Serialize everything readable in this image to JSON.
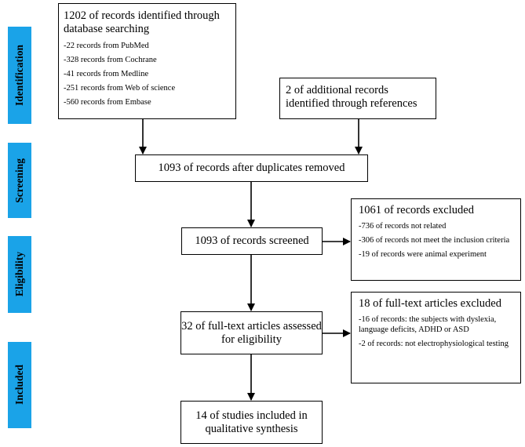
{
  "stages": {
    "identification": "Identification",
    "screening": "Screening",
    "eligibility": "Eligibility",
    "included": "Included"
  },
  "identified": {
    "title": "1202 of records identified through database searching",
    "items": [
      "-22 records from PubMed",
      "-328 records from Cochrane",
      "-41 records from Medline",
      "-251 records from Web of science",
      "-560 records from Embase"
    ]
  },
  "additional": {
    "title": "2 of additional records identified through references"
  },
  "duplicates_removed": {
    "title": "1093 of records after duplicates removed"
  },
  "screened": {
    "title": "1093 of records screened"
  },
  "excluded_records": {
    "title": "1061 of records excluded",
    "items": [
      "-736 of records not related",
      "-306 of records not meet the inclusion criteria",
      "-19 of records were animal experiment"
    ]
  },
  "fulltext_assessed": {
    "title": "32 of full-text articles assessed for eligibility"
  },
  "excluded_fulltext": {
    "title": "18 of full-text articles excluded",
    "items": [
      "-16 of records: the subjects with dyslexia, language deficits, ADHD or ASD",
      "-2 of records: not electrophysiological testing"
    ]
  },
  "included_studies": {
    "title": "14 of studies included in qualitative synthesis"
  }
}
